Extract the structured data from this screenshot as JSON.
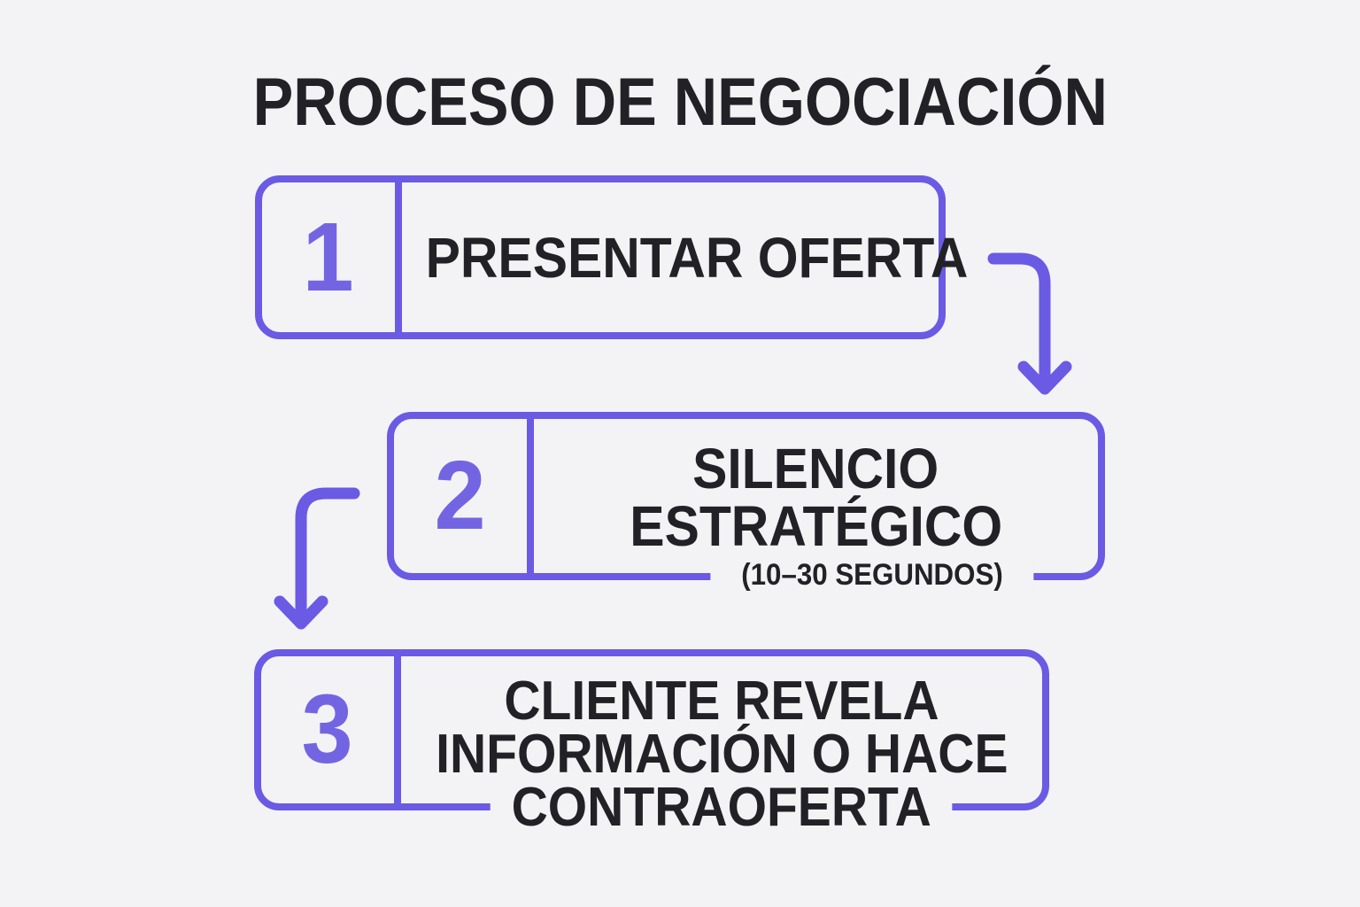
{
  "title": "PROCESO DE NEGOCIACIÓN",
  "colors": {
    "accent": "#6A5AE4",
    "number": "#7365E2",
    "ink": "#212126",
    "bg": "#F3F3F5"
  },
  "steps": [
    {
      "number": "1",
      "lines": [
        "PRESENTAR OFERTA"
      ]
    },
    {
      "number": "2",
      "lines": [
        "SILENCIO",
        "ESTRATÉGICO"
      ],
      "sublabel": "(10–30 SEGUNDOS)"
    },
    {
      "number": "3",
      "lines": [
        "CLIENTE REVELA",
        "INFORMACIÓN O HACE",
        "CONTRAOFERTA"
      ]
    }
  ],
  "arrows": [
    {
      "name": "arrow-step1-to-step2",
      "direction": "down-right"
    },
    {
      "name": "arrow-step2-to-step3",
      "direction": "down-left"
    }
  ]
}
